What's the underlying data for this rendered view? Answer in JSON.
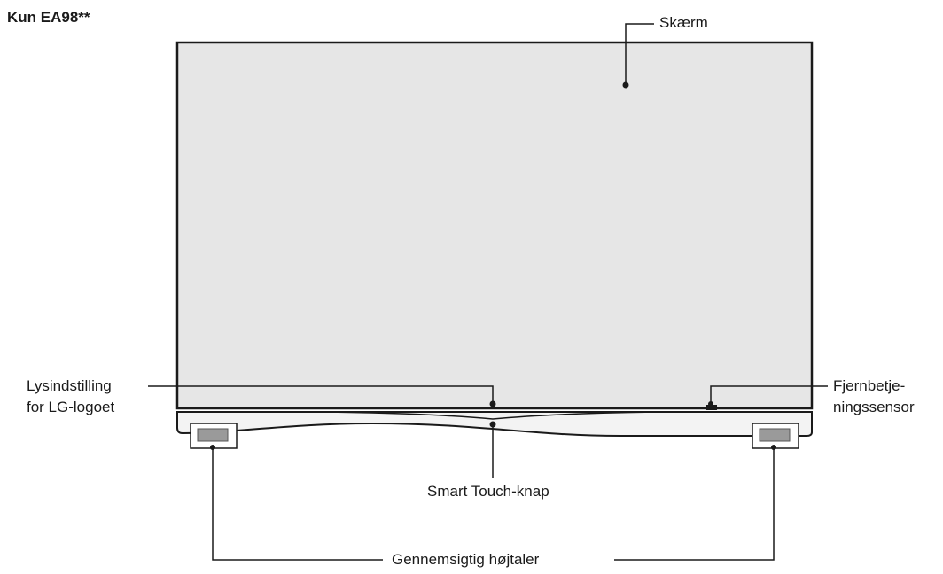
{
  "heading": "Kun EA98**",
  "labels": {
    "screen": "Skærm",
    "logo_light_line1": "Lysindstilling",
    "logo_light_line2": "for LG-logoet",
    "remote_sensor_line1": "Fjernbetje-",
    "remote_sensor_line2": "ningssensor",
    "smart_touch": "Smart Touch-knap",
    "speaker": "Gennemsigtig højtaler"
  }
}
